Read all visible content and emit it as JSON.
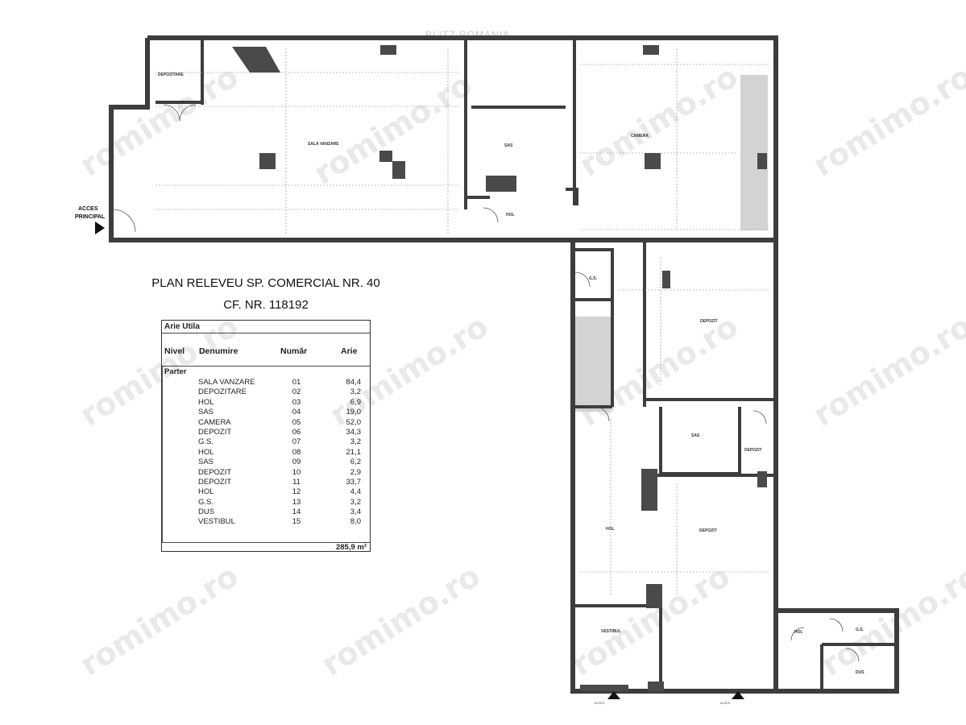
{
  "watermark": {
    "brand": "BLITZ ROMANIA",
    "site": "romimo.ro"
  },
  "plan": {
    "title_line1": "PLAN RELEVEU SP. COMERCIAL NR. 40",
    "title_line2": "CF. NR. 118192",
    "entrance_label_1": "ACCES",
    "entrance_label_2": "PRINCIPAL",
    "rooms": {
      "depozitare": "DEPOZITARE",
      "sala_vanzare": "SALA VANZARE",
      "sas_top": "SAS",
      "hol_top": "HOL",
      "camera": "CAMERA",
      "gs_mid": "G.S.",
      "depozit_mid": "DEPOZIT",
      "sas_mid": "SAS",
      "depozit_small": "DEPOZIT",
      "hol_mid": "HOL",
      "depozit_big": "DEPOZIT",
      "vestibul": "VESTIBUL",
      "hol_small": "HOL",
      "gs_small": "G.S.",
      "dus": "DUS"
    },
    "access_labels": [
      "ACCES",
      "ACCES"
    ]
  },
  "table": {
    "header": "Arie Utila",
    "columns": [
      "Nivel",
      "Denumire",
      "Număr",
      "Arie"
    ],
    "level": "Parter",
    "rows": [
      {
        "name": "SALA VANZARE",
        "num": "01",
        "area": "84,4"
      },
      {
        "name": "DEPOZITARE",
        "num": "02",
        "area": "3,2"
      },
      {
        "name": "HOL",
        "num": "03",
        "area": "6,9"
      },
      {
        "name": "SAS",
        "num": "04",
        "area": "19,0"
      },
      {
        "name": "CAMERA",
        "num": "05",
        "area": "52,0"
      },
      {
        "name": "DEPOZIT",
        "num": "06",
        "area": "34,3"
      },
      {
        "name": "G.S.",
        "num": "07",
        "area": "3,2"
      },
      {
        "name": "HOL",
        "num": "08",
        "area": "21,1"
      },
      {
        "name": "SAS",
        "num": "09",
        "area": "6,2"
      },
      {
        "name": "DEPOZIT",
        "num": "10",
        "area": "2,9"
      },
      {
        "name": "DEPOZIT",
        "num": "11",
        "area": "33,7"
      },
      {
        "name": "HOL",
        "num": "12",
        "area": "4,4"
      },
      {
        "name": "G.S.",
        "num": "13",
        "area": "3,2"
      },
      {
        "name": "DUS",
        "num": "14",
        "area": "3,4"
      },
      {
        "name": "VESTIBUL",
        "num": "15",
        "area": "8,0"
      }
    ],
    "total": "285,9 m²"
  },
  "colors": {
    "wall": "#3d3d3d",
    "wall_fill": "#5a5a5a",
    "column": "#4a4a4a",
    "shaded": "#d3d3d3",
    "watermark": "#e9e9e9"
  }
}
